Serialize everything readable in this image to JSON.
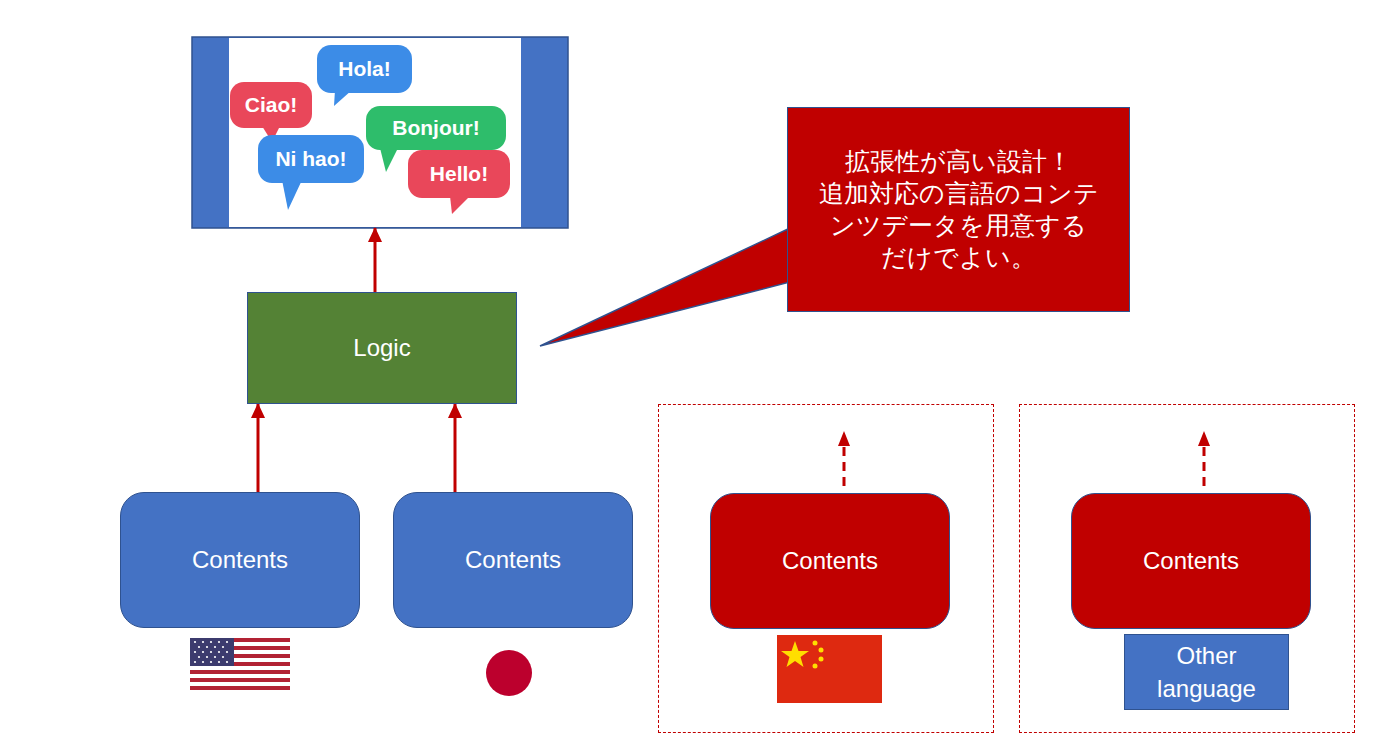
{
  "diagram": {
    "nodes": [
      {
        "text": []
      },
      {
        "text": [
          "Ciao!"
        ],
        "in": 0
      },
      {
        "text": [
          "Hola!"
        ],
        "in": 0
      },
      {
        "text": [
          "Bonjour!"
        ],
        "in": 0
      },
      {
        "text": [
          "Ni hao!"
        ],
        "in": 0
      },
      {
        "text": [
          "Hello!"
        ],
        "in": 0
      },
      {
        "text": [
          "拡張性が高い設計！",
          "追加対応の言語のコンテンツデータを用意するだけでよい。"
        ]
      },
      {
        "text": [
          "Logic"
        ]
      },
      {
        "text": [
          "Contents"
        ]
      },
      {
        "text": [
          "Contents"
        ]
      },
      {
        "text": []
      },
      {
        "text": [
          "Contents"
        ],
        "in": 10
      },
      {
        "text": []
      },
      {
        "text": [
          "Contents"
        ],
        "in": 12
      },
      {
        "text": [
          "Other language"
        ],
        "in": 12
      }
    ],
    "edges": [
      {
        "from": 7,
        "to": 0,
        "arrow": "to"
      },
      {
        "from": 8,
        "to": 7,
        "arrow": "to"
      },
      {
        "from": 9,
        "to": 7,
        "arrow": "to"
      }
    ]
  }
}
